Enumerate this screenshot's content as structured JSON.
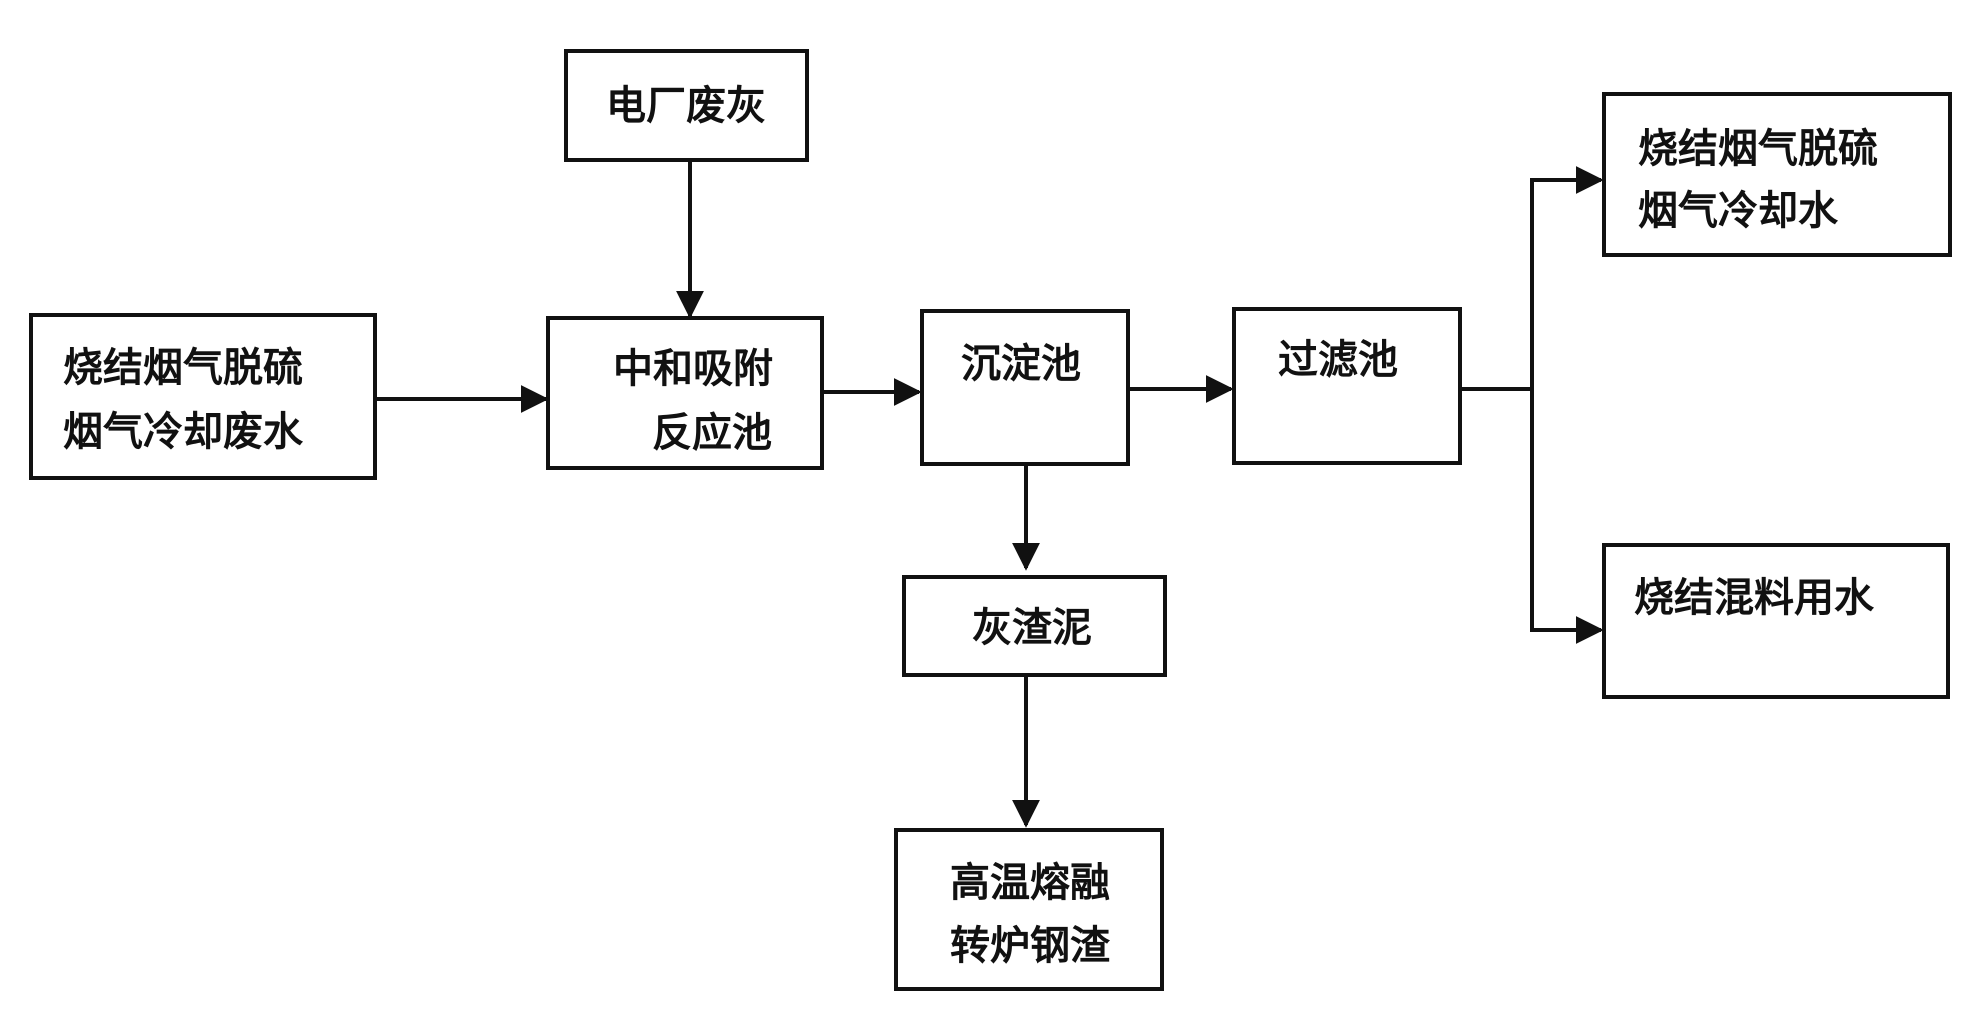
{
  "diagram": {
    "type": "process-flowchart",
    "nodes": [
      {
        "id": "power-plant-ash",
        "lines": [
          "电厂废灰"
        ]
      },
      {
        "id": "wastewater",
        "lines": [
          "烧结烟气脱硫",
          "烟气冷却废水"
        ]
      },
      {
        "id": "neutralization-tank",
        "lines": [
          "中和吸附",
          "反应池"
        ]
      },
      {
        "id": "settling-tank",
        "lines": [
          "沉淀池"
        ]
      },
      {
        "id": "filter-tank",
        "lines": [
          "过滤池"
        ]
      },
      {
        "id": "cooling-water",
        "lines": [
          "烧结烟气脱硫",
          "烟气冷却水"
        ]
      },
      {
        "id": "mixing-water",
        "lines": [
          "烧结混料用水"
        ]
      },
      {
        "id": "ash-sludge",
        "lines": [
          "灰渣泥"
        ]
      },
      {
        "id": "steel-slag",
        "lines": [
          "高温熔融",
          "转炉钢渣"
        ]
      }
    ],
    "edges": [
      {
        "from": "power-plant-ash",
        "to": "neutralization-tank"
      },
      {
        "from": "wastewater",
        "to": "neutralization-tank"
      },
      {
        "from": "neutralization-tank",
        "to": "settling-tank"
      },
      {
        "from": "settling-tank",
        "to": "filter-tank"
      },
      {
        "from": "filter-tank",
        "to": "cooling-water"
      },
      {
        "from": "filter-tank",
        "to": "mixing-water"
      },
      {
        "from": "settling-tank",
        "to": "ash-sludge"
      },
      {
        "from": "ash-sludge",
        "to": "steel-slag"
      }
    ]
  }
}
